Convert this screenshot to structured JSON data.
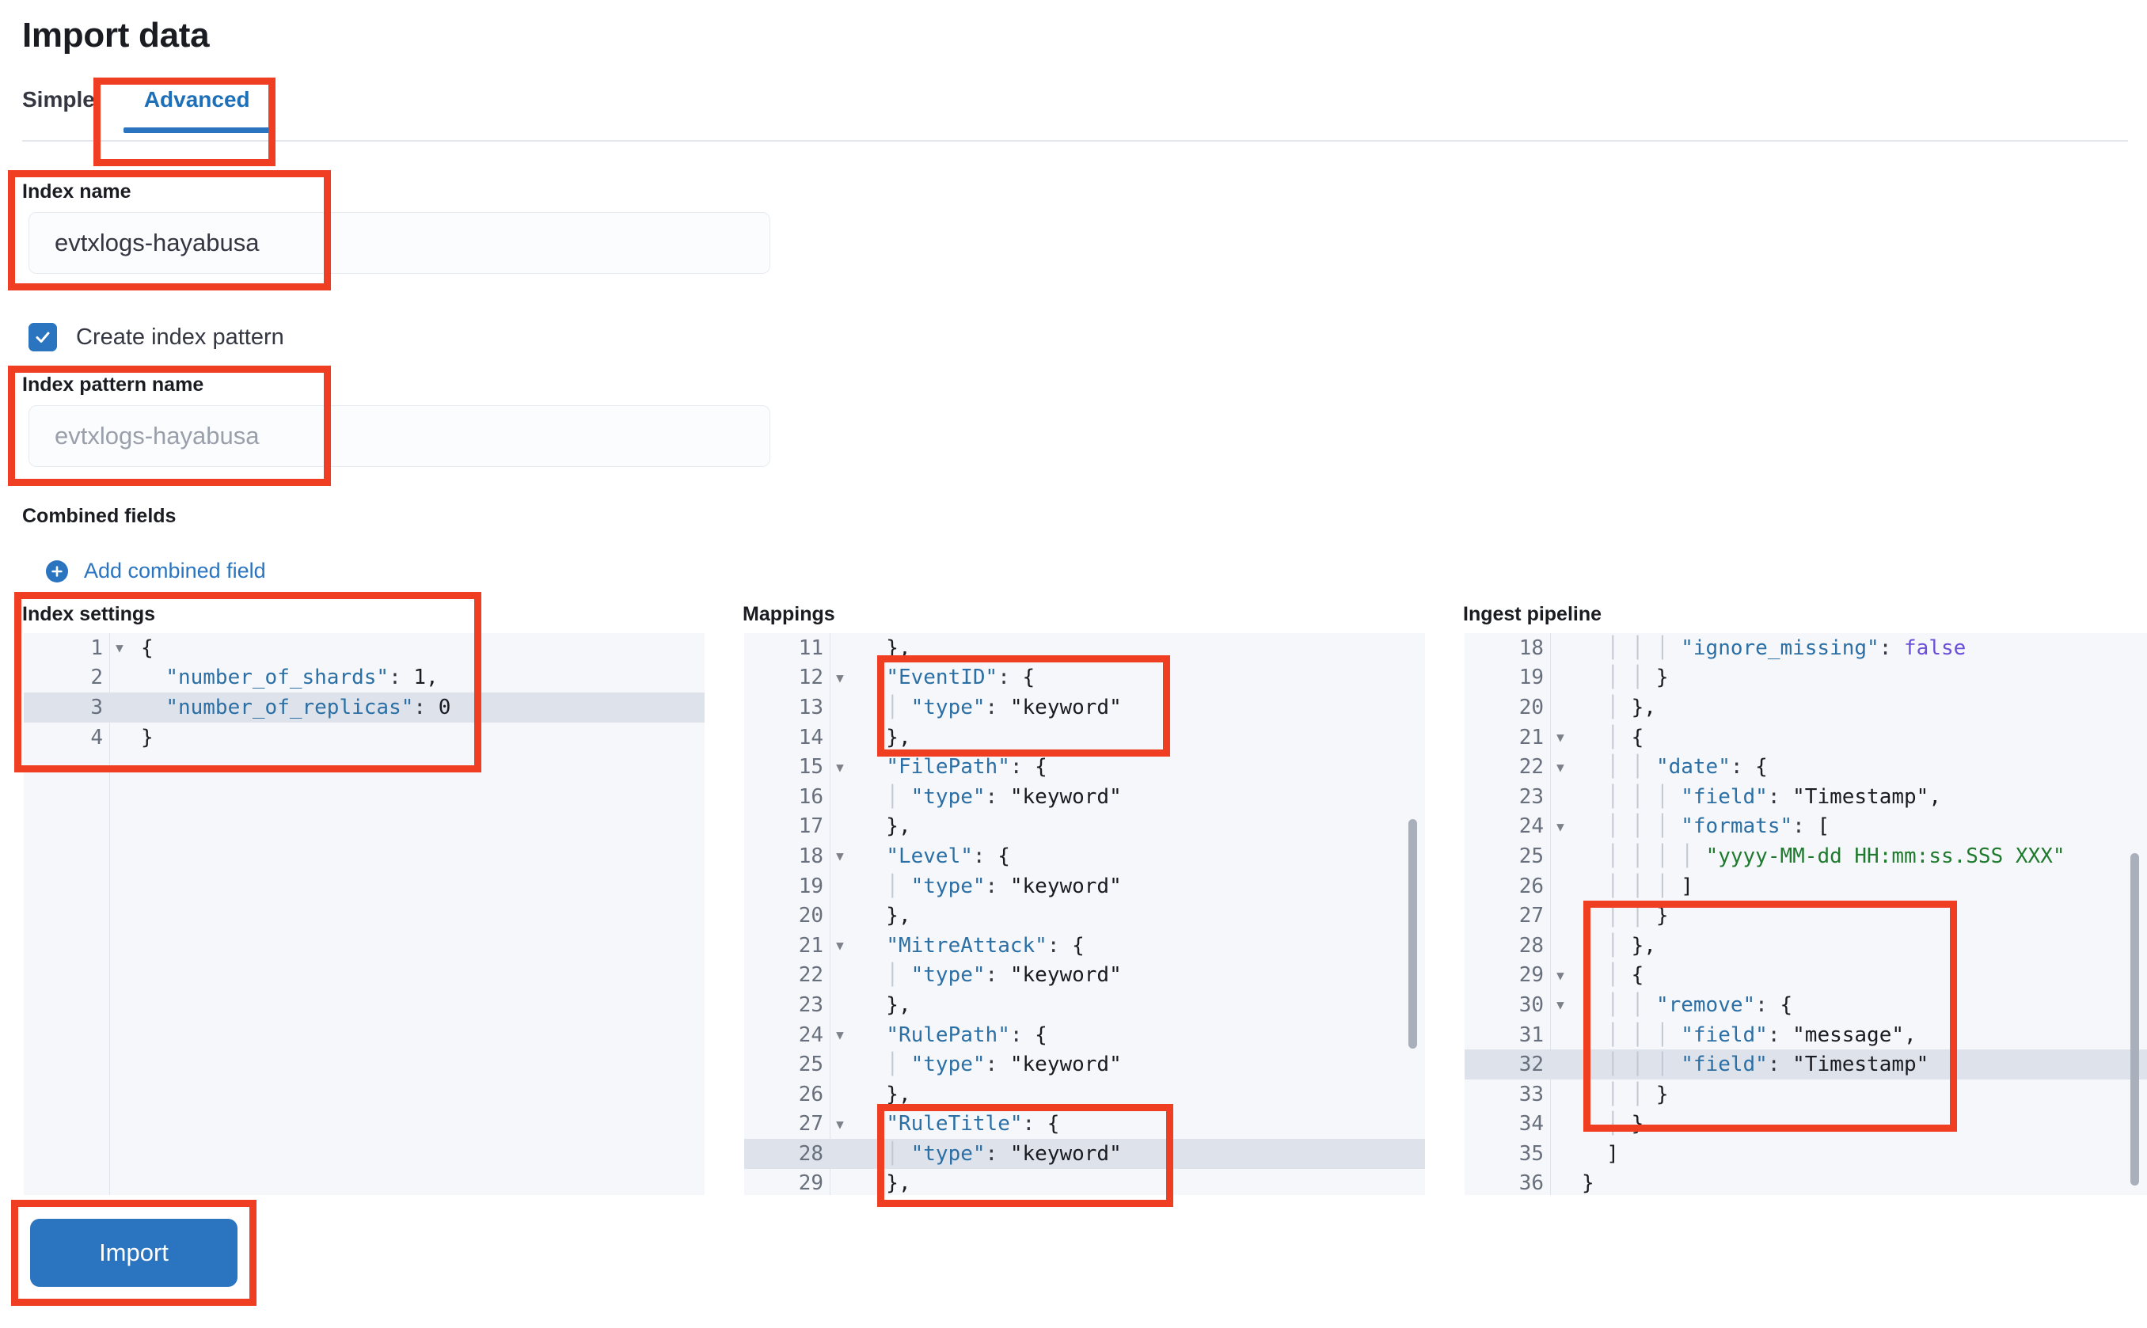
{
  "page": {
    "title": "Import data"
  },
  "tabs": [
    {
      "label": "Simple",
      "active": false
    },
    {
      "label": "Advanced",
      "active": true
    }
  ],
  "form": {
    "index_name": {
      "label": "Index name",
      "value": "evtxlogs-hayabusa",
      "is_placeholder": false
    },
    "create_index_pattern": {
      "label": "Create index pattern",
      "checked": true
    },
    "index_pattern_name": {
      "label": "Index pattern name",
      "value": "evtxlogs-hayabusa",
      "is_placeholder": true
    },
    "combined_fields": {
      "label": "Combined fields",
      "add_label": "Add combined field",
      "add_icon": "plus-circle-icon"
    }
  },
  "editors": {
    "index_settings": {
      "title": "Index settings",
      "highlight_line": 3,
      "lines": [
        {
          "n": 1,
          "fold": true,
          "indent": 0,
          "text": "{"
        },
        {
          "n": 2,
          "fold": false,
          "indent": 0,
          "text": "  \"number_of_shards\": 1,"
        },
        {
          "n": 3,
          "fold": false,
          "indent": 0,
          "text": "  \"number_of_replicas\": 0"
        },
        {
          "n": 4,
          "fold": false,
          "indent": 0,
          "text": "}"
        }
      ]
    },
    "mappings": {
      "title": "Mappings",
      "highlight_line": 28,
      "lines": [
        {
          "n": 11,
          "fold": false,
          "indent": 1,
          "text": "  },"
        },
        {
          "n": 12,
          "fold": true,
          "indent": 1,
          "text": "  \"EventID\": {"
        },
        {
          "n": 13,
          "fold": false,
          "indent": 2,
          "text": "    \"type\": \"keyword\""
        },
        {
          "n": 14,
          "fold": false,
          "indent": 1,
          "text": "  },"
        },
        {
          "n": 15,
          "fold": true,
          "indent": 1,
          "text": "  \"FilePath\": {"
        },
        {
          "n": 16,
          "fold": false,
          "indent": 2,
          "text": "    \"type\": \"keyword\""
        },
        {
          "n": 17,
          "fold": false,
          "indent": 1,
          "text": "  },"
        },
        {
          "n": 18,
          "fold": true,
          "indent": 1,
          "text": "  \"Level\": {"
        },
        {
          "n": 19,
          "fold": false,
          "indent": 2,
          "text": "    \"type\": \"keyword\""
        },
        {
          "n": 20,
          "fold": false,
          "indent": 1,
          "text": "  },"
        },
        {
          "n": 21,
          "fold": true,
          "indent": 1,
          "text": "  \"MitreAttack\": {"
        },
        {
          "n": 22,
          "fold": false,
          "indent": 2,
          "text": "    \"type\": \"keyword\""
        },
        {
          "n": 23,
          "fold": false,
          "indent": 1,
          "text": "  },"
        },
        {
          "n": 24,
          "fold": true,
          "indent": 1,
          "text": "  \"RulePath\": {"
        },
        {
          "n": 25,
          "fold": false,
          "indent": 2,
          "text": "    \"type\": \"keyword\""
        },
        {
          "n": 26,
          "fold": false,
          "indent": 1,
          "text": "  },"
        },
        {
          "n": 27,
          "fold": true,
          "indent": 1,
          "text": "  \"RuleTitle\": {"
        },
        {
          "n": 28,
          "fold": false,
          "indent": 2,
          "text": "    \"type\": \"keyword\""
        },
        {
          "n": 29,
          "fold": false,
          "indent": 1,
          "text": "  },"
        }
      ]
    },
    "ingest_pipeline": {
      "title": "Ingest pipeline",
      "highlight_line": 32,
      "lines": [
        {
          "n": 18,
          "fold": false,
          "indent": 4,
          "text": "        \"ignore_missing\": false"
        },
        {
          "n": 19,
          "fold": false,
          "indent": 3,
          "text": "      }"
        },
        {
          "n": 20,
          "fold": false,
          "indent": 2,
          "text": "    },"
        },
        {
          "n": 21,
          "fold": true,
          "indent": 2,
          "text": "    {"
        },
        {
          "n": 22,
          "fold": true,
          "indent": 3,
          "text": "      \"date\": {"
        },
        {
          "n": 23,
          "fold": false,
          "indent": 4,
          "text": "        \"field\": \"Timestamp\","
        },
        {
          "n": 24,
          "fold": true,
          "indent": 4,
          "text": "        \"formats\": ["
        },
        {
          "n": 25,
          "fold": false,
          "indent": 5,
          "text": "          \"yyyy-MM-dd HH:mm:ss.SSS XXX\""
        },
        {
          "n": 26,
          "fold": false,
          "indent": 4,
          "text": "        ]"
        },
        {
          "n": 27,
          "fold": false,
          "indent": 3,
          "text": "      }"
        },
        {
          "n": 28,
          "fold": false,
          "indent": 2,
          "text": "    },"
        },
        {
          "n": 29,
          "fold": true,
          "indent": 2,
          "text": "    {"
        },
        {
          "n": 30,
          "fold": true,
          "indent": 3,
          "text": "      \"remove\": {"
        },
        {
          "n": 31,
          "fold": false,
          "indent": 4,
          "text": "        \"field\": \"message\","
        },
        {
          "n": 32,
          "fold": false,
          "indent": 4,
          "text": "        \"field\": \"Timestamp\""
        },
        {
          "n": 33,
          "fold": false,
          "indent": 3,
          "text": "      }"
        },
        {
          "n": 34,
          "fold": false,
          "indent": 2,
          "text": "    }"
        },
        {
          "n": 35,
          "fold": false,
          "indent": 1,
          "text": "  ]"
        },
        {
          "n": 36,
          "fold": false,
          "indent": 0,
          "text": "}"
        }
      ]
    }
  },
  "footer": {
    "import_label": "Import"
  },
  "colors": {
    "accent": "#2a74c0",
    "annotation": "#ef3e22",
    "code_key": "#2b6fa5",
    "code_string": "#1f7a2e",
    "code_boolean": "#6b4fd8",
    "highlight_row": "#dde2eb",
    "editor_bg": "#f5f7fa"
  }
}
